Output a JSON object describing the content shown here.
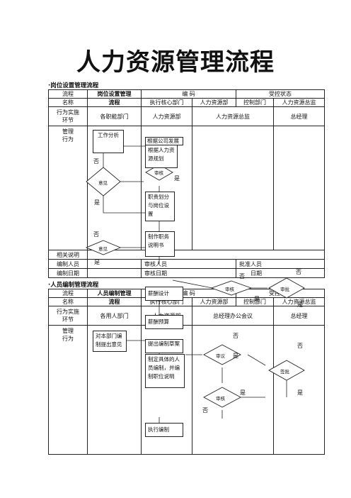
{
  "title": "人力资源管理流程",
  "s1": {
    "heading": "·岗位设置管理流程",
    "r1": [
      "流程",
      "岗位设置管理",
      "编    码",
      "受控状态"
    ],
    "r2": [
      "名称",
      "流程",
      "执行核心部门",
      "人力资源部",
      "控制部门",
      "人力资源总监"
    ],
    "r3": [
      "行为实施",
      "环节",
      "各职能部门",
      "人力资源部",
      "人力资源总监",
      "总经理"
    ],
    "r4": [
      "管理",
      "行为"
    ],
    "related": "相关说明",
    "author": "编制人员",
    "author_date": "编制日期",
    "reviewer": "审核人员",
    "review_date": "审核日期",
    "approver": "批准人员",
    "approve_date": "日期",
    "b_analysis": "工作分析",
    "b_basis": "根据公司发展",
    "b_plan": "根据人力资源规划",
    "b_review": "审核",
    "b_opinion": "意见",
    "b_divide": "职责划分与岗位设置",
    "b_manual": "制作职务说明书",
    "b_opinion2": "意见",
    "d_review": "审核",
    "d_approve": "审批",
    "no": "否",
    "yes": "是"
  },
  "s2": {
    "heading": "·人员编制管理流程",
    "r1": [
      "流程",
      "人员编制管理",
      "编    码",
      "受控状态"
    ],
    "r2": [
      "名称",
      "流程",
      "执行核心部门",
      "人力资源部",
      "控制部门",
      "人力资源总监"
    ],
    "r3": [
      "行为实施",
      "环节",
      "各用人部门",
      "人力资源部",
      "总经理办公会议",
      "总经理"
    ],
    "r4": [
      "管理",
      "行为"
    ],
    "b_dept": "对本部门编制提出意见",
    "b_salary": "薪酬设计",
    "b_budget": "薪酬预算",
    "b_draft": "提出编制草案",
    "b_make": "制定具体的人员编制，并编制职位说明",
    "b_exec": "执行编制",
    "d_discuss": "审议",
    "d_review": "审核",
    "d_sign": "签批",
    "no": "否",
    "yes": "是"
  }
}
